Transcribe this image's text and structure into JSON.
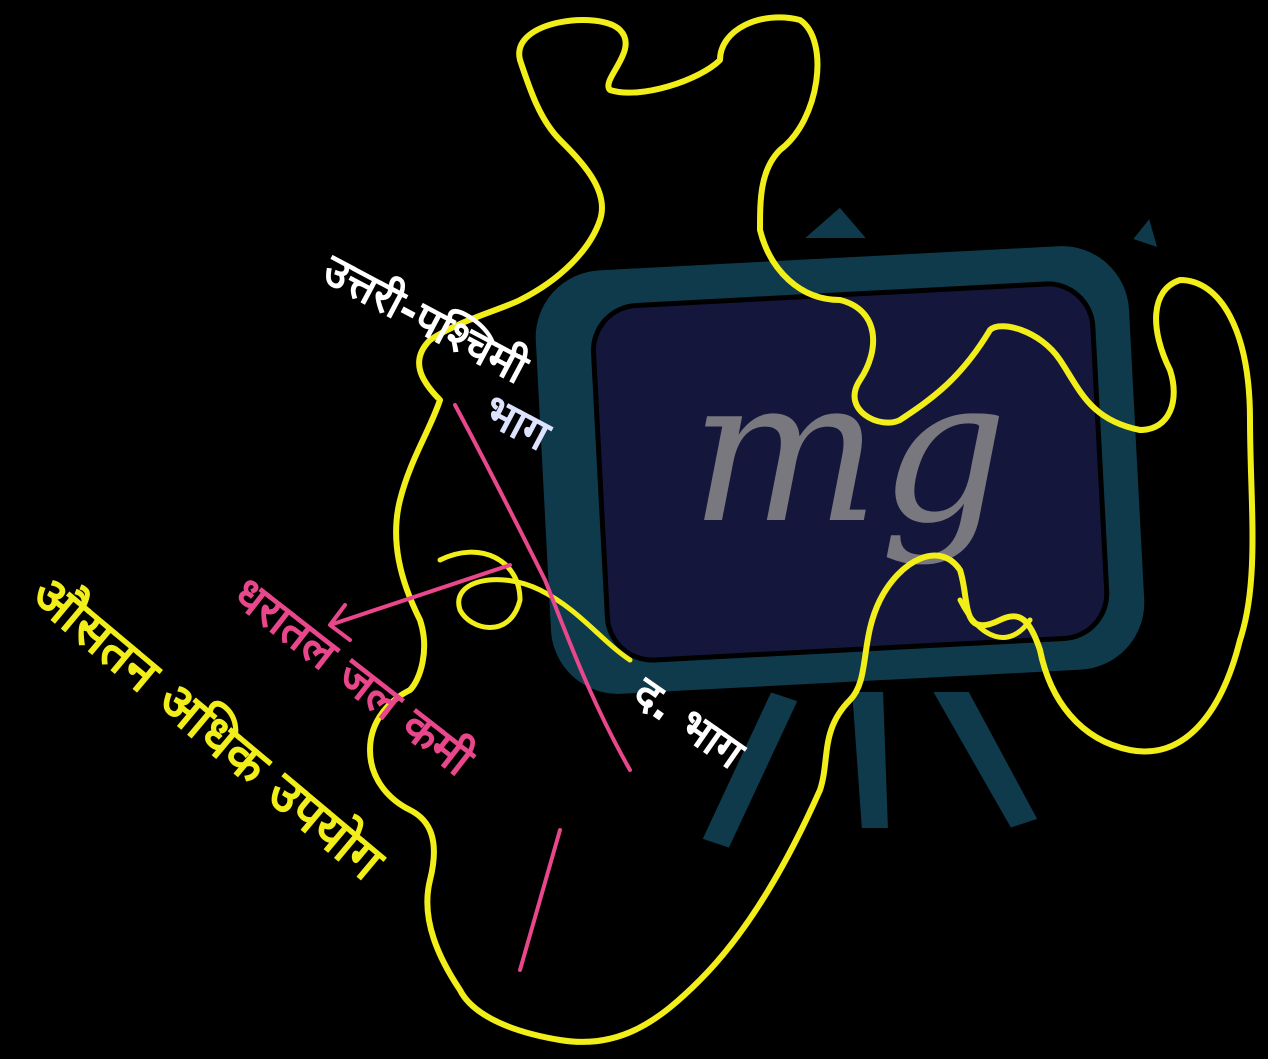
{
  "colors": {
    "background": "#000000",
    "outline": "#f2ee1a",
    "board_frame": "#0e3a4c",
    "board_screen": "#14163c",
    "watermark": "#8a8a8a",
    "label_white": "#ffffff",
    "label_blue": "#dde3ff",
    "river_pink": "#e8478b"
  },
  "watermark": {
    "text": "mg",
    "icon": "easel-board-icon"
  },
  "labels": {
    "northwest_line1": "उत्तरी-पश्चिमी",
    "northwest_line2": "भाग",
    "south_part": "द. भाग",
    "river_pink": "धरातल जल कमी",
    "yellow_note": "औसतन अधिक उपयोग"
  }
}
